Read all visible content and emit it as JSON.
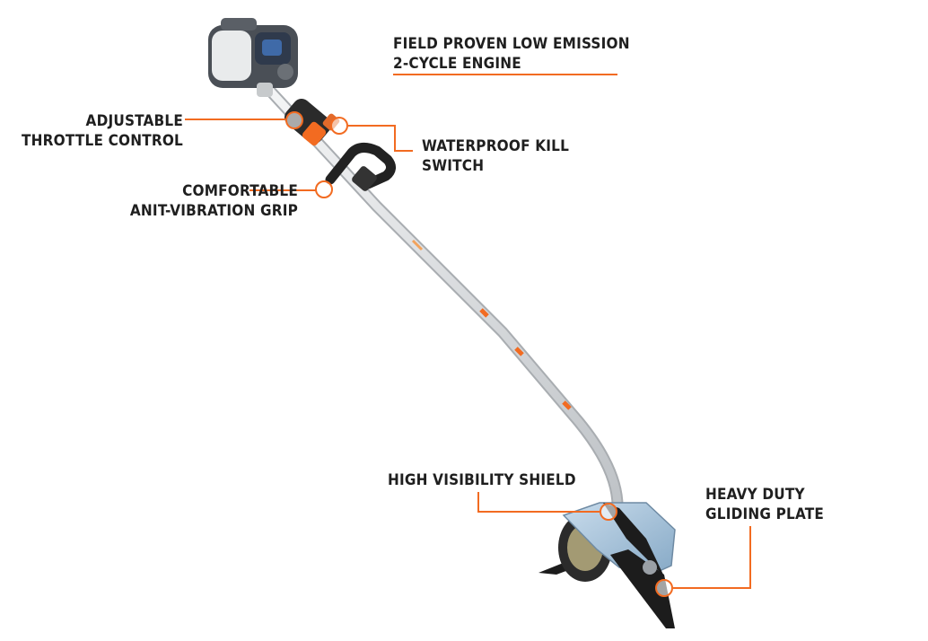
{
  "colors": {
    "accent": "#f26b21",
    "text": "#1f1f1f",
    "shaft": "#d9dcde",
    "engine": "#4a4f56",
    "blade": "#1c1c1c",
    "shield": "#a8c4dc"
  },
  "callouts": {
    "engine": {
      "line1": "FIELD PROVEN LOW EMISSION",
      "line2": "2-CYCLE ENGINE"
    },
    "throttle": {
      "line1": "ADJUSTABLE",
      "line2": "THROTTLE CONTROL"
    },
    "kill_switch": {
      "line1": "WATERPROOF KILL",
      "line2": "SWITCH"
    },
    "grip": {
      "line1": "COMFORTABLE",
      "line2": "ANIT-VIBRATION GRIP"
    },
    "shield": {
      "line1": "HIGH VISIBILITY SHIELD"
    },
    "plate": {
      "line1": "HEAVY DUTY",
      "line2": "GLIDING PLATE"
    }
  }
}
